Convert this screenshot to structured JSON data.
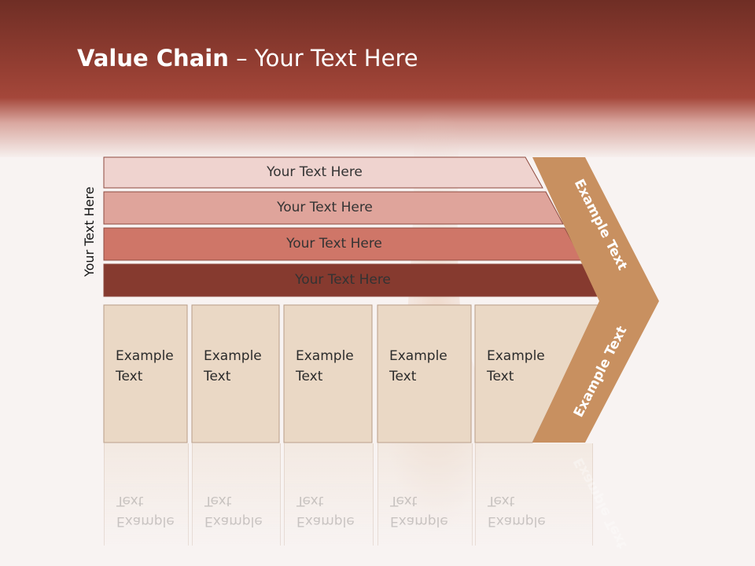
{
  "title": {
    "bold": "Value Chain",
    "rest": " – Your Text Here"
  },
  "side_label": "Your Text Here",
  "bars": [
    {
      "label": "Your Text Here",
      "color": "#efd3cf"
    },
    {
      "label": "Your Text Here",
      "color": "#dfa49b"
    },
    {
      "label": "Your Text Here",
      "color": "#cf7668"
    },
    {
      "label": "Your Text Here",
      "color": "#863a2f"
    }
  ],
  "cells": [
    {
      "line1": "Example",
      "line2": "Text"
    },
    {
      "line1": "Example",
      "line2": "Text"
    },
    {
      "line1": "Example",
      "line2": "Text"
    },
    {
      "line1": "Example",
      "line2": "Text"
    },
    {
      "line1": "Example",
      "line2": "Text"
    }
  ],
  "arrow": {
    "upper": "Example Text",
    "lower": "Example Text",
    "color": "#c89060"
  },
  "cell_color": "#ead8c5"
}
